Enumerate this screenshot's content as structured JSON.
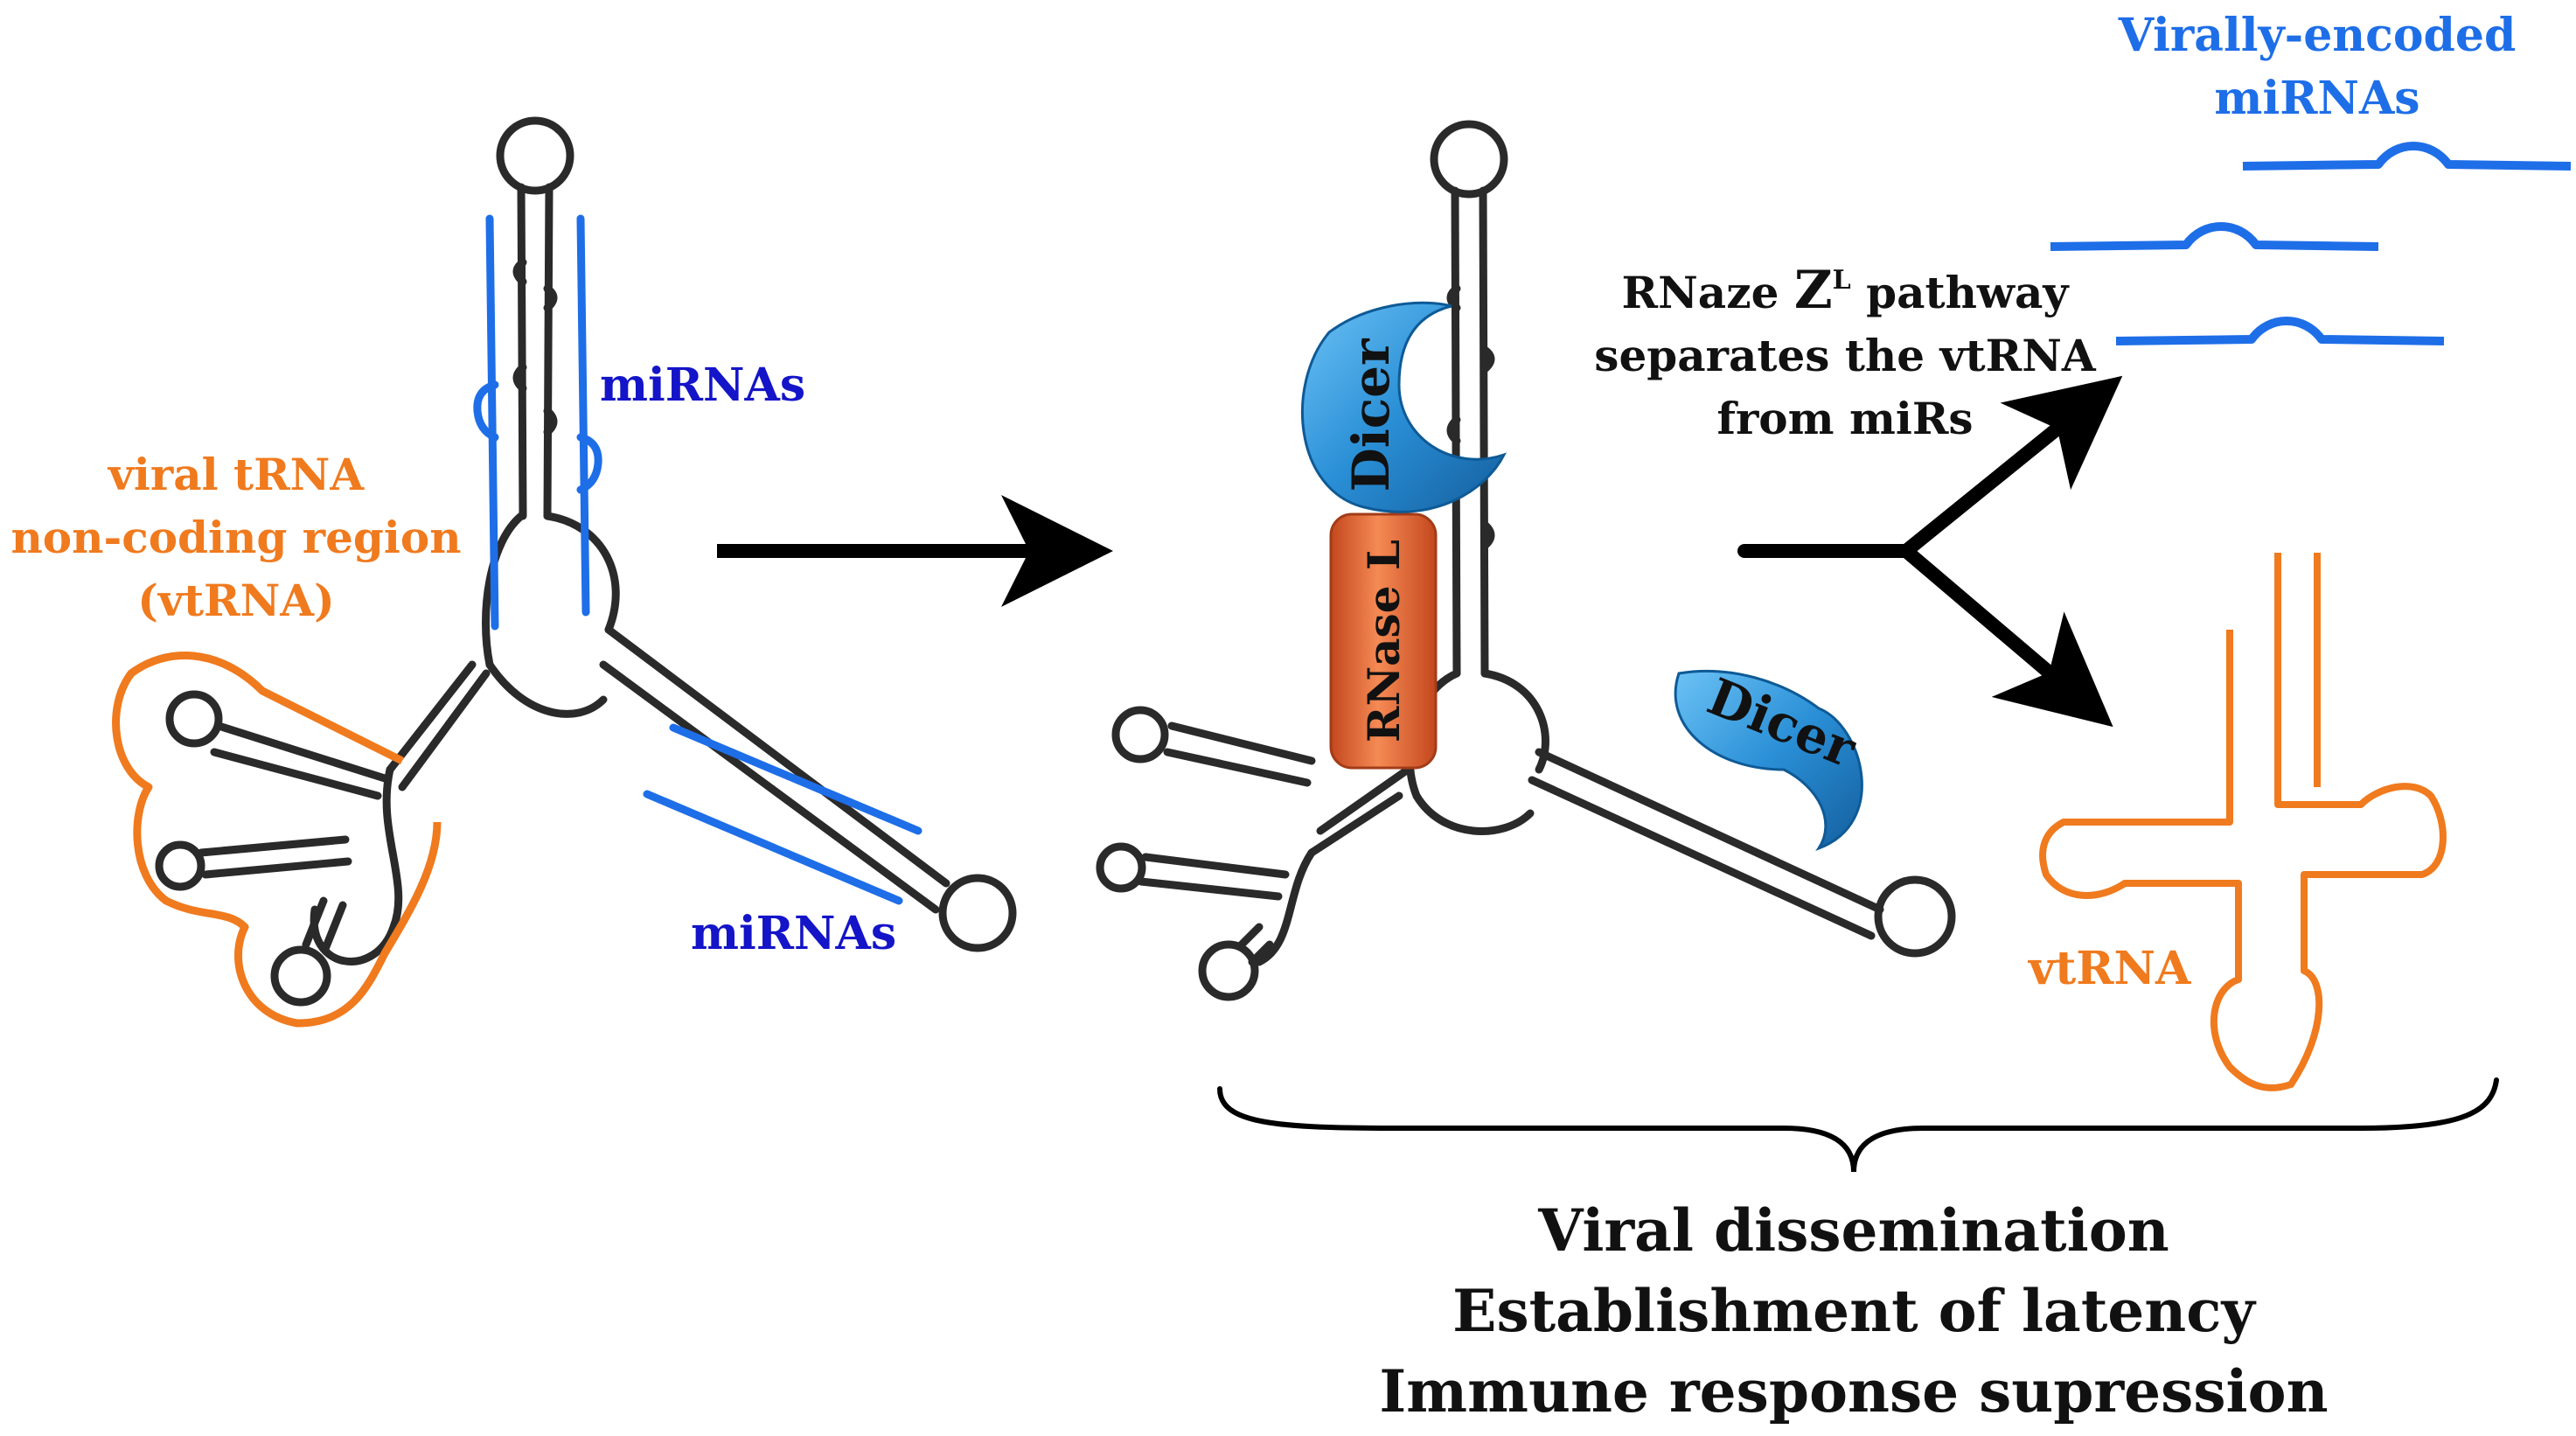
{
  "labels": {
    "mirnas_top": "miRNAs",
    "mirnas_bottom": "miRNAs",
    "vtrna_region_line1": "viral tRNA",
    "vtrna_region_line2": "non-coding region",
    "vtrna_region_line3": "(vtRNA)",
    "pathway_prefix": "RNaze ",
    "pathway_z": "Z",
    "pathway_sup": "L",
    "pathway_suffix": " pathway",
    "pathway_line2": "separates the vtRNA",
    "pathway_line3": "from miRs",
    "virally_line1": "Virally-encoded",
    "virally_line2": "miRNAs",
    "vtrna_product": "vtRNA",
    "dicer_upper": "Dicer",
    "dicer_lower": "Dicer",
    "rnase_l": "RNase L",
    "outcome_line1": "Viral dissemination",
    "outcome_line2": "Establishment of latency",
    "outcome_line3": "Immune response supression"
  },
  "colors": {
    "structure": "#2a2a2a",
    "mirna_blue": "#1e6ee8",
    "mirna_text_blue": "#1414c8",
    "vtrna_orange": "#f07a1e",
    "dicer_blue": "#2a8fd6",
    "rnase_orange": "#e8642e",
    "arrow": "#000000"
  }
}
